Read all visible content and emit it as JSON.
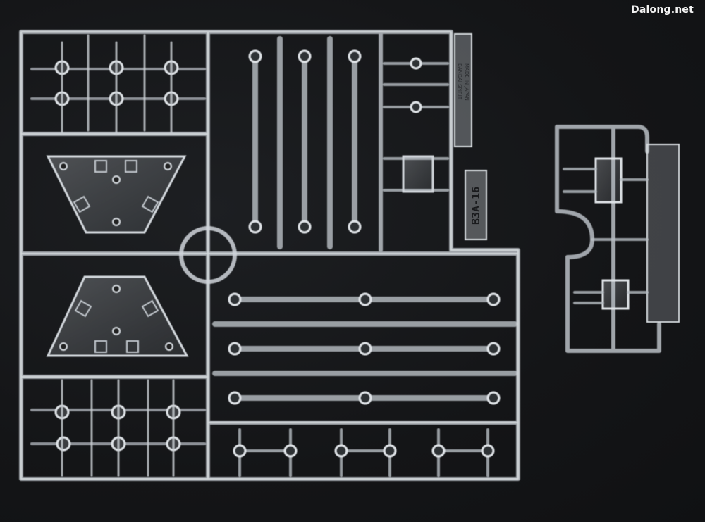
{
  "watermark": "Dalong.net",
  "sprue_tag_main": "B3A-16",
  "molding_text_1": "BANDAI SPIRIT",
  "molding_text_2": "MADE IN JAPAN",
  "colors": {
    "background": "#151618",
    "plastic_highlight": "#e8ecef",
    "plastic_mid": "#b9bfc5",
    "plastic_shadow": "#7d848b"
  }
}
